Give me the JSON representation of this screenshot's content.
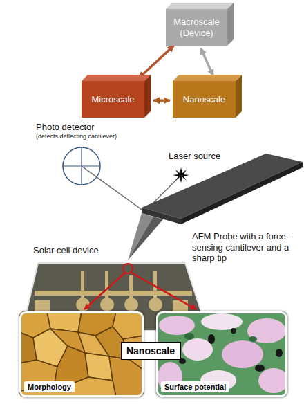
{
  "diagram": {
    "nodes": [
      {
        "text": [
          "Macroscale (Device)"
        ]
      },
      {
        "text": [
          "Microscale"
        ]
      },
      {
        "text": [
          "Nanoscale"
        ]
      },
      {
        "text": [
          "Morphology"
        ]
      },
      {
        "text": [
          "Nanoscale"
        ]
      },
      {
        "text": [
          "Surface potential"
        ]
      }
    ],
    "edges": [
      {
        "from": 1,
        "to": 0,
        "arrow": "both"
      },
      {
        "from": 0,
        "to": 2,
        "arrow": "both"
      },
      {
        "from": 1,
        "to": 2,
        "arrow": "both"
      }
    ],
    "labels": [
      "Photo detector",
      "(detects deflecting cantilever)",
      "Laser source",
      "AFM Probe with a force-sensing cantilever and a sharp tip",
      "Solar cell device"
    ]
  }
}
